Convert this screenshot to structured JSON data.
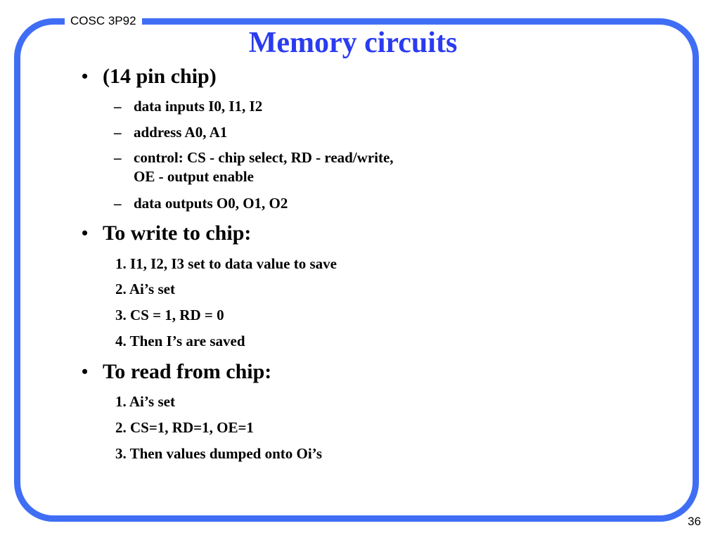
{
  "header": {
    "course": "COSC 3P92",
    "title": "Memory circuits"
  },
  "bullet_glyph": "•",
  "dash_glyph": "–",
  "sections": [
    {
      "heading": "(14 pin chip)",
      "items": [
        "data inputs I0, I1, I2",
        "address A0, A1",
        "control: CS - chip select,  RD - read/write,",
        "OE - output enable",
        "data outputs O0, O1, O2"
      ]
    },
    {
      "heading": "To write to chip:",
      "steps": [
        "1. I1, I2, I3 set to data value to save",
        "2. Ai’s set",
        "3. CS = 1, RD = 0",
        "4. Then I’s are saved"
      ]
    },
    {
      "heading": "To read from chip:",
      "steps": [
        "1. Ai’s set",
        "2. CS=1, RD=1, OE=1",
        "3. Then values dumped onto Oi’s"
      ]
    }
  ],
  "footer": {
    "page_number": "36"
  },
  "colors": {
    "frame": "#3f6ef5",
    "title": "#2a3bf0",
    "text": "#000000",
    "background": "#ffffff"
  }
}
